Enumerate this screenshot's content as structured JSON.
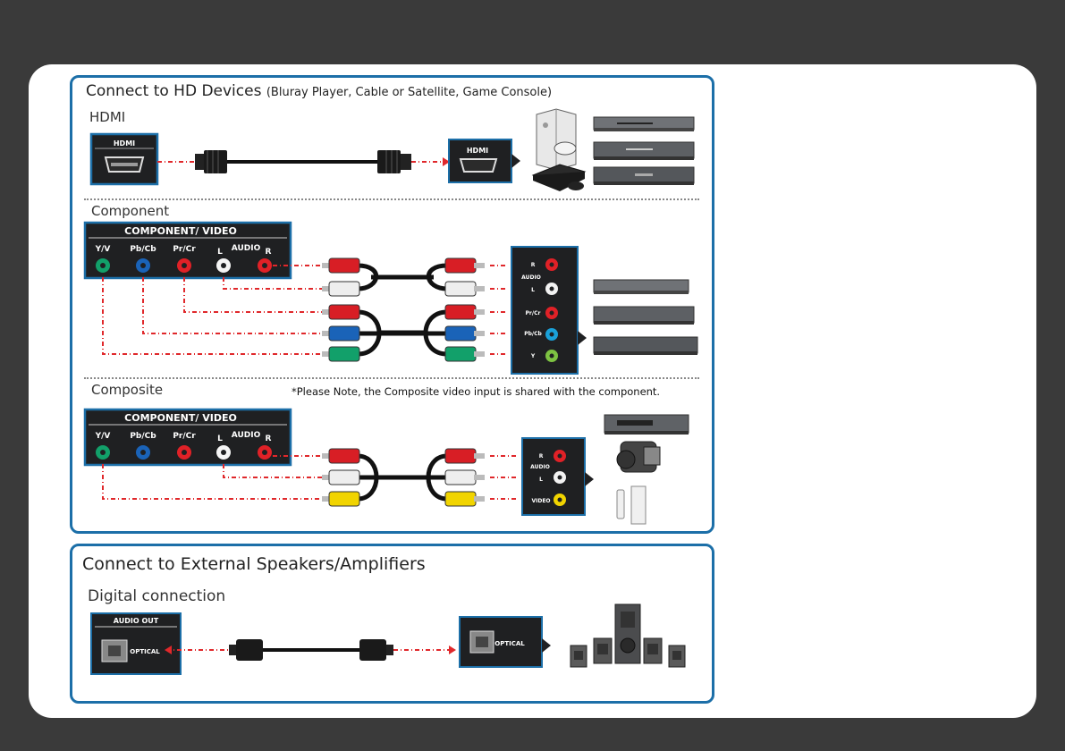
{
  "hd_section": {
    "title": "Connect to HD Devices",
    "title_suffix": "(Bluray Player, Cable or Satellite, Game Console)",
    "hdmi": {
      "label": "HDMI",
      "port_label": "HDMI",
      "device_port_label": "HDMI"
    },
    "component": {
      "label": "Component",
      "panel_title": "COMPONENT/ VIDEO",
      "jacks": [
        "Y/V",
        "Pb/Cb",
        "Pr/Cr"
      ],
      "audio_label": "AUDIO",
      "audio_left": "L",
      "audio_right": "R",
      "device_labels": {
        "r": "R",
        "audio": "AUDIO",
        "l": "L",
        "pr": "Pr/Cr",
        "pb": "Pb/Cb",
        "y": "Y"
      }
    },
    "composite": {
      "label": "Composite",
      "note": "*Please Note, the Composite video input is shared with the component.",
      "panel_title": "COMPONENT/ VIDEO",
      "jacks": [
        "Y/V",
        "Pb/Cb",
        "Pr/Cr"
      ],
      "audio_label": "AUDIO",
      "audio_left": "L",
      "audio_right": "R",
      "device_labels": {
        "r": "R",
        "audio": "AUDIO",
        "l": "L",
        "video": "VIDEO"
      }
    }
  },
  "speakers_section": {
    "title": "Connect to External Speakers/Amplifiers",
    "digital": {
      "label": "Digital connection",
      "out_label": "AUDIO OUT",
      "optical_label": "OPTICAL",
      "device_optical_label": "OPTICAL"
    }
  },
  "colors": {
    "frame": "#1c6fa8",
    "dash": "#e0282b",
    "panel_bg": "#1f2022",
    "green": "#12a06a",
    "blue": "#1a63b8",
    "red": "#e02127",
    "yellow": "#f1d400"
  }
}
